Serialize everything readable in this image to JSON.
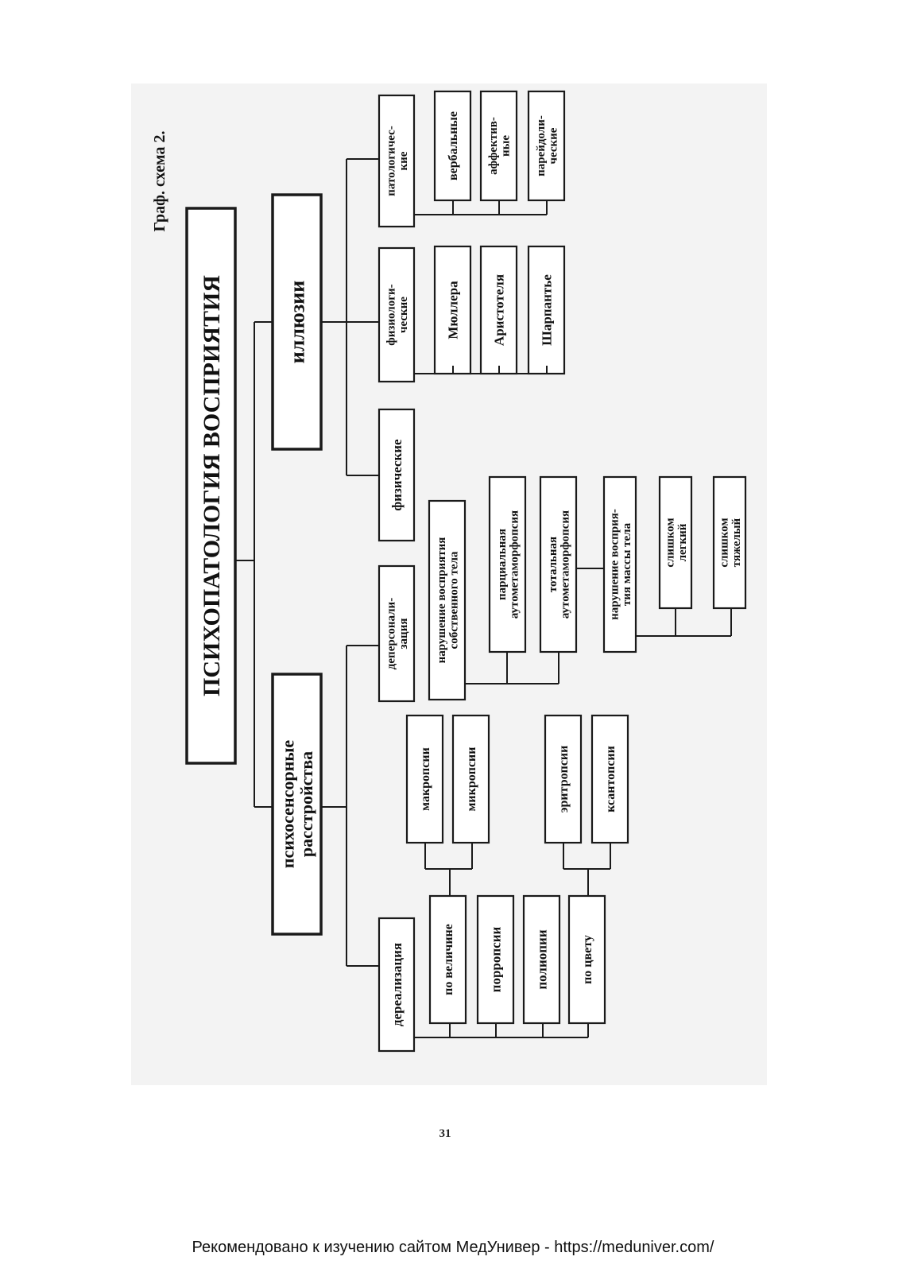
{
  "schema_title": "Граф. схема 2.",
  "root": "ПСИХОПАТОЛОГИЯ ВОСПРИЯТИЯ",
  "psychosensory": {
    "label": [
      "психосенсорные",
      "расстройства"
    ],
    "derealization": {
      "label": "дереализация",
      "by_size": {
        "label": "по величине",
        "items": [
          "макропсии",
          "микропсии"
        ]
      },
      "porropsii": "порропсии",
      "poliopii": "полиопии",
      "by_color": {
        "label": "по цвету",
        "items": [
          "эритропсии",
          "ксантопсии"
        ]
      }
    },
    "depersonalization": {
      "label": [
        "деперсонали-",
        "зация"
      ],
      "body_perception": {
        "label": [
          "нарушение восприятия",
          "собственного тела"
        ],
        "partial": [
          "парциальная",
          "аутометаморфопсия"
        ],
        "total": [
          "тотальная",
          "аутометаморфопсия"
        ]
      },
      "body_mass": {
        "label": [
          "нарушение восприя-",
          "тия массы тела"
        ],
        "light": [
          "слишком",
          "легкий"
        ],
        "heavy": [
          "слишком",
          "тяжелый"
        ]
      }
    }
  },
  "illusions": {
    "label": "иллюзии",
    "physical": "физические",
    "physiological": {
      "label": [
        "физиологи-",
        "ческие"
      ],
      "items": [
        "Мюллера",
        "Аристотеля",
        "Шарпантье"
      ]
    },
    "pathological": {
      "label": [
        "патологичес-",
        "кие"
      ],
      "items": [
        [
          "вербальные"
        ],
        [
          "аффектив-",
          "ные"
        ],
        [
          "парейдоли-",
          "ческие"
        ]
      ]
    }
  },
  "page_number": "31",
  "footer": "Рекомендовано к изучению сайтом МедУнивер - https://meduniver.com/"
}
